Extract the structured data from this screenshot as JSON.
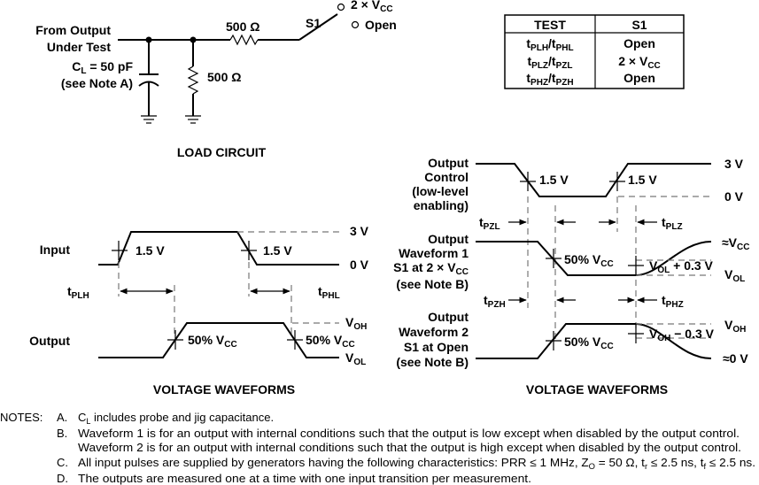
{
  "load_circuit": {
    "from_output": "From Output",
    "under_test": "Under Test",
    "cl_main": "C",
    "cl_sub": "L",
    "cl_rest": " = 50 pF",
    "see_note_a": "(see Note A)",
    "r1": "500 Ω",
    "r2": "500 Ω",
    "s1": "S1",
    "two_vcc_main": "2 × V",
    "two_vcc_sub": "CC",
    "open": "Open",
    "title": "LOAD CIRCUIT"
  },
  "test_table": {
    "headers": [
      "TEST",
      "S1"
    ],
    "rows": [
      {
        "a": "t",
        "a_sub": "PLH",
        "sep": "/t",
        "b_sub": "PHL",
        "s1": "Open",
        "s1_sub": ""
      },
      {
        "a": "t",
        "a_sub": "PLZ",
        "sep": "/t",
        "b_sub": "PZL",
        "s1": "2 × V",
        "s1_sub": "CC"
      },
      {
        "a": "t",
        "a_sub": "PHZ",
        "sep": "/t",
        "b_sub": "PZH",
        "s1": "Open",
        "s1_sub": ""
      }
    ]
  },
  "left_waveforms": {
    "input": "Input",
    "output": "Output",
    "v3": "3 V",
    "v0": "0 V",
    "v15a": "1.5 V",
    "v15b": "1.5 V",
    "tplh_main": "t",
    "tplh_sub": "PLH",
    "tphl_main": "t",
    "tphl_sub": "PHL",
    "voh_main": "V",
    "voh_sub": "OH",
    "vol_main": "V",
    "vol_sub": "OL",
    "fifty_a_main": "50% V",
    "fifty_a_sub": "CC",
    "fifty_b_main": "50% V",
    "fifty_b_sub": "CC",
    "title": "VOLTAGE WAVEFORMS"
  },
  "right_waveforms": {
    "oc_1": "Output",
    "oc_2": "Control",
    "oc_3": "(low-level",
    "oc_4": "enabling)",
    "v3": "3 V",
    "v0": "0 V",
    "v15a": "1.5 V",
    "v15b": "1.5 V",
    "tpzl_main": "t",
    "tpzl_sub": "PZL",
    "tplz_main": "t",
    "tplz_sub": "PLZ",
    "w1_1": "Output",
    "w1_2": "Waveform 1",
    "w1_3_main": "S1 at 2 × V",
    "w1_3_sub": "CC",
    "w1_4": "(see Note B)",
    "approx_vcc_main": "≈V",
    "approx_vcc_sub": "CC",
    "fifty1_main": "50% V",
    "fifty1_sub": "CC",
    "vol03_a": "V",
    "vol03_sub": "OL",
    "vol03_b": " + 0.3 V",
    "vol_main": "V",
    "vol_sub": "OL",
    "tpzh_main": "t",
    "tpzh_sub": "PZH",
    "tphz_main": "t",
    "tphz_sub": "PHZ",
    "w2_1": "Output",
    "w2_2": "Waveform 2",
    "w2_3": "S1 at Open",
    "w2_4": "(see Note B)",
    "voh_main": "V",
    "voh_sub": "OH",
    "fifty2_main": "50% V",
    "fifty2_sub": "CC",
    "voh03_a": "V",
    "voh03_sub": "OH",
    "voh03_b": " − 0.3 V",
    "approx_0v": "≈0 V",
    "title": "VOLTAGE WAVEFORMS"
  },
  "notes": {
    "label": "NOTES:",
    "a_letter": "A.",
    "a_main": "C",
    "a_sub": "L",
    "a_rest": " includes probe and jig capacitance.",
    "b_letter": "B.",
    "b_line1": "Waveform 1 is for an output with internal conditions such that the output is low except when disabled by the output control.",
    "b_line2": "Waveform 2 is for an output with internal conditions such that the output is high except when disabled by the output control.",
    "c_letter": "C.",
    "c_text_1": "All input pulses are supplied by generators having the following characteristics:  PRR ≤ 1 MHz, Z",
    "c_sub_o": "O",
    "c_text_2": " = 50 Ω, t",
    "c_sub_r": "r",
    "c_text_3": " ≤ 2.5 ns, t",
    "c_sub_f": "f",
    "c_text_4": " ≤ 2.5 ns.",
    "d_letter": "D.",
    "d_text": "The outputs are measured one at a time with one input transition per measurement."
  }
}
